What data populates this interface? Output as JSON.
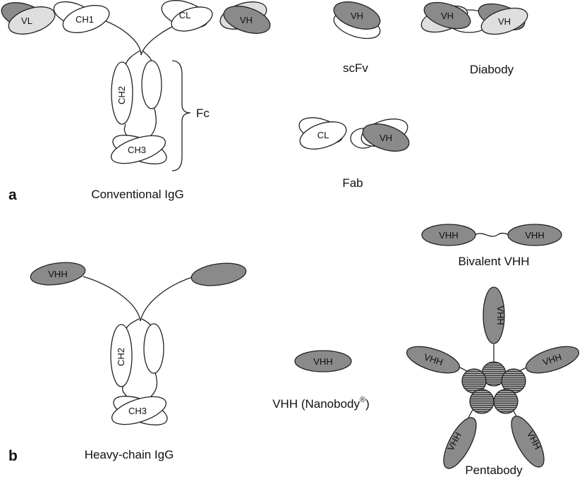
{
  "panels": {
    "a": "a",
    "b": "b"
  },
  "colors": {
    "dark": "#8a8a8a",
    "light": "#dedede",
    "white": "#ffffff",
    "stroke": "#222222"
  },
  "domains": {
    "vl": "VL",
    "ch1": "CH1",
    "cl": "CL",
    "vh": "VH",
    "ch2": "CH2",
    "ch3": "CH3",
    "vhh": "VHH"
  },
  "labels": {
    "fc": "Fc",
    "conventional_igg": "Conventional IgG",
    "scfv": "scFv",
    "diabody": "Diabody",
    "fab": "Fab",
    "heavy_chain_igg": "Heavy-chain IgG",
    "vhh_nanobody": "VHH (Nanobody",
    "registered": "®",
    "vhh_nanobody_close": ")",
    "bivalent_vhh": "Bivalent VHH",
    "pentabody": "Pentabody"
  }
}
